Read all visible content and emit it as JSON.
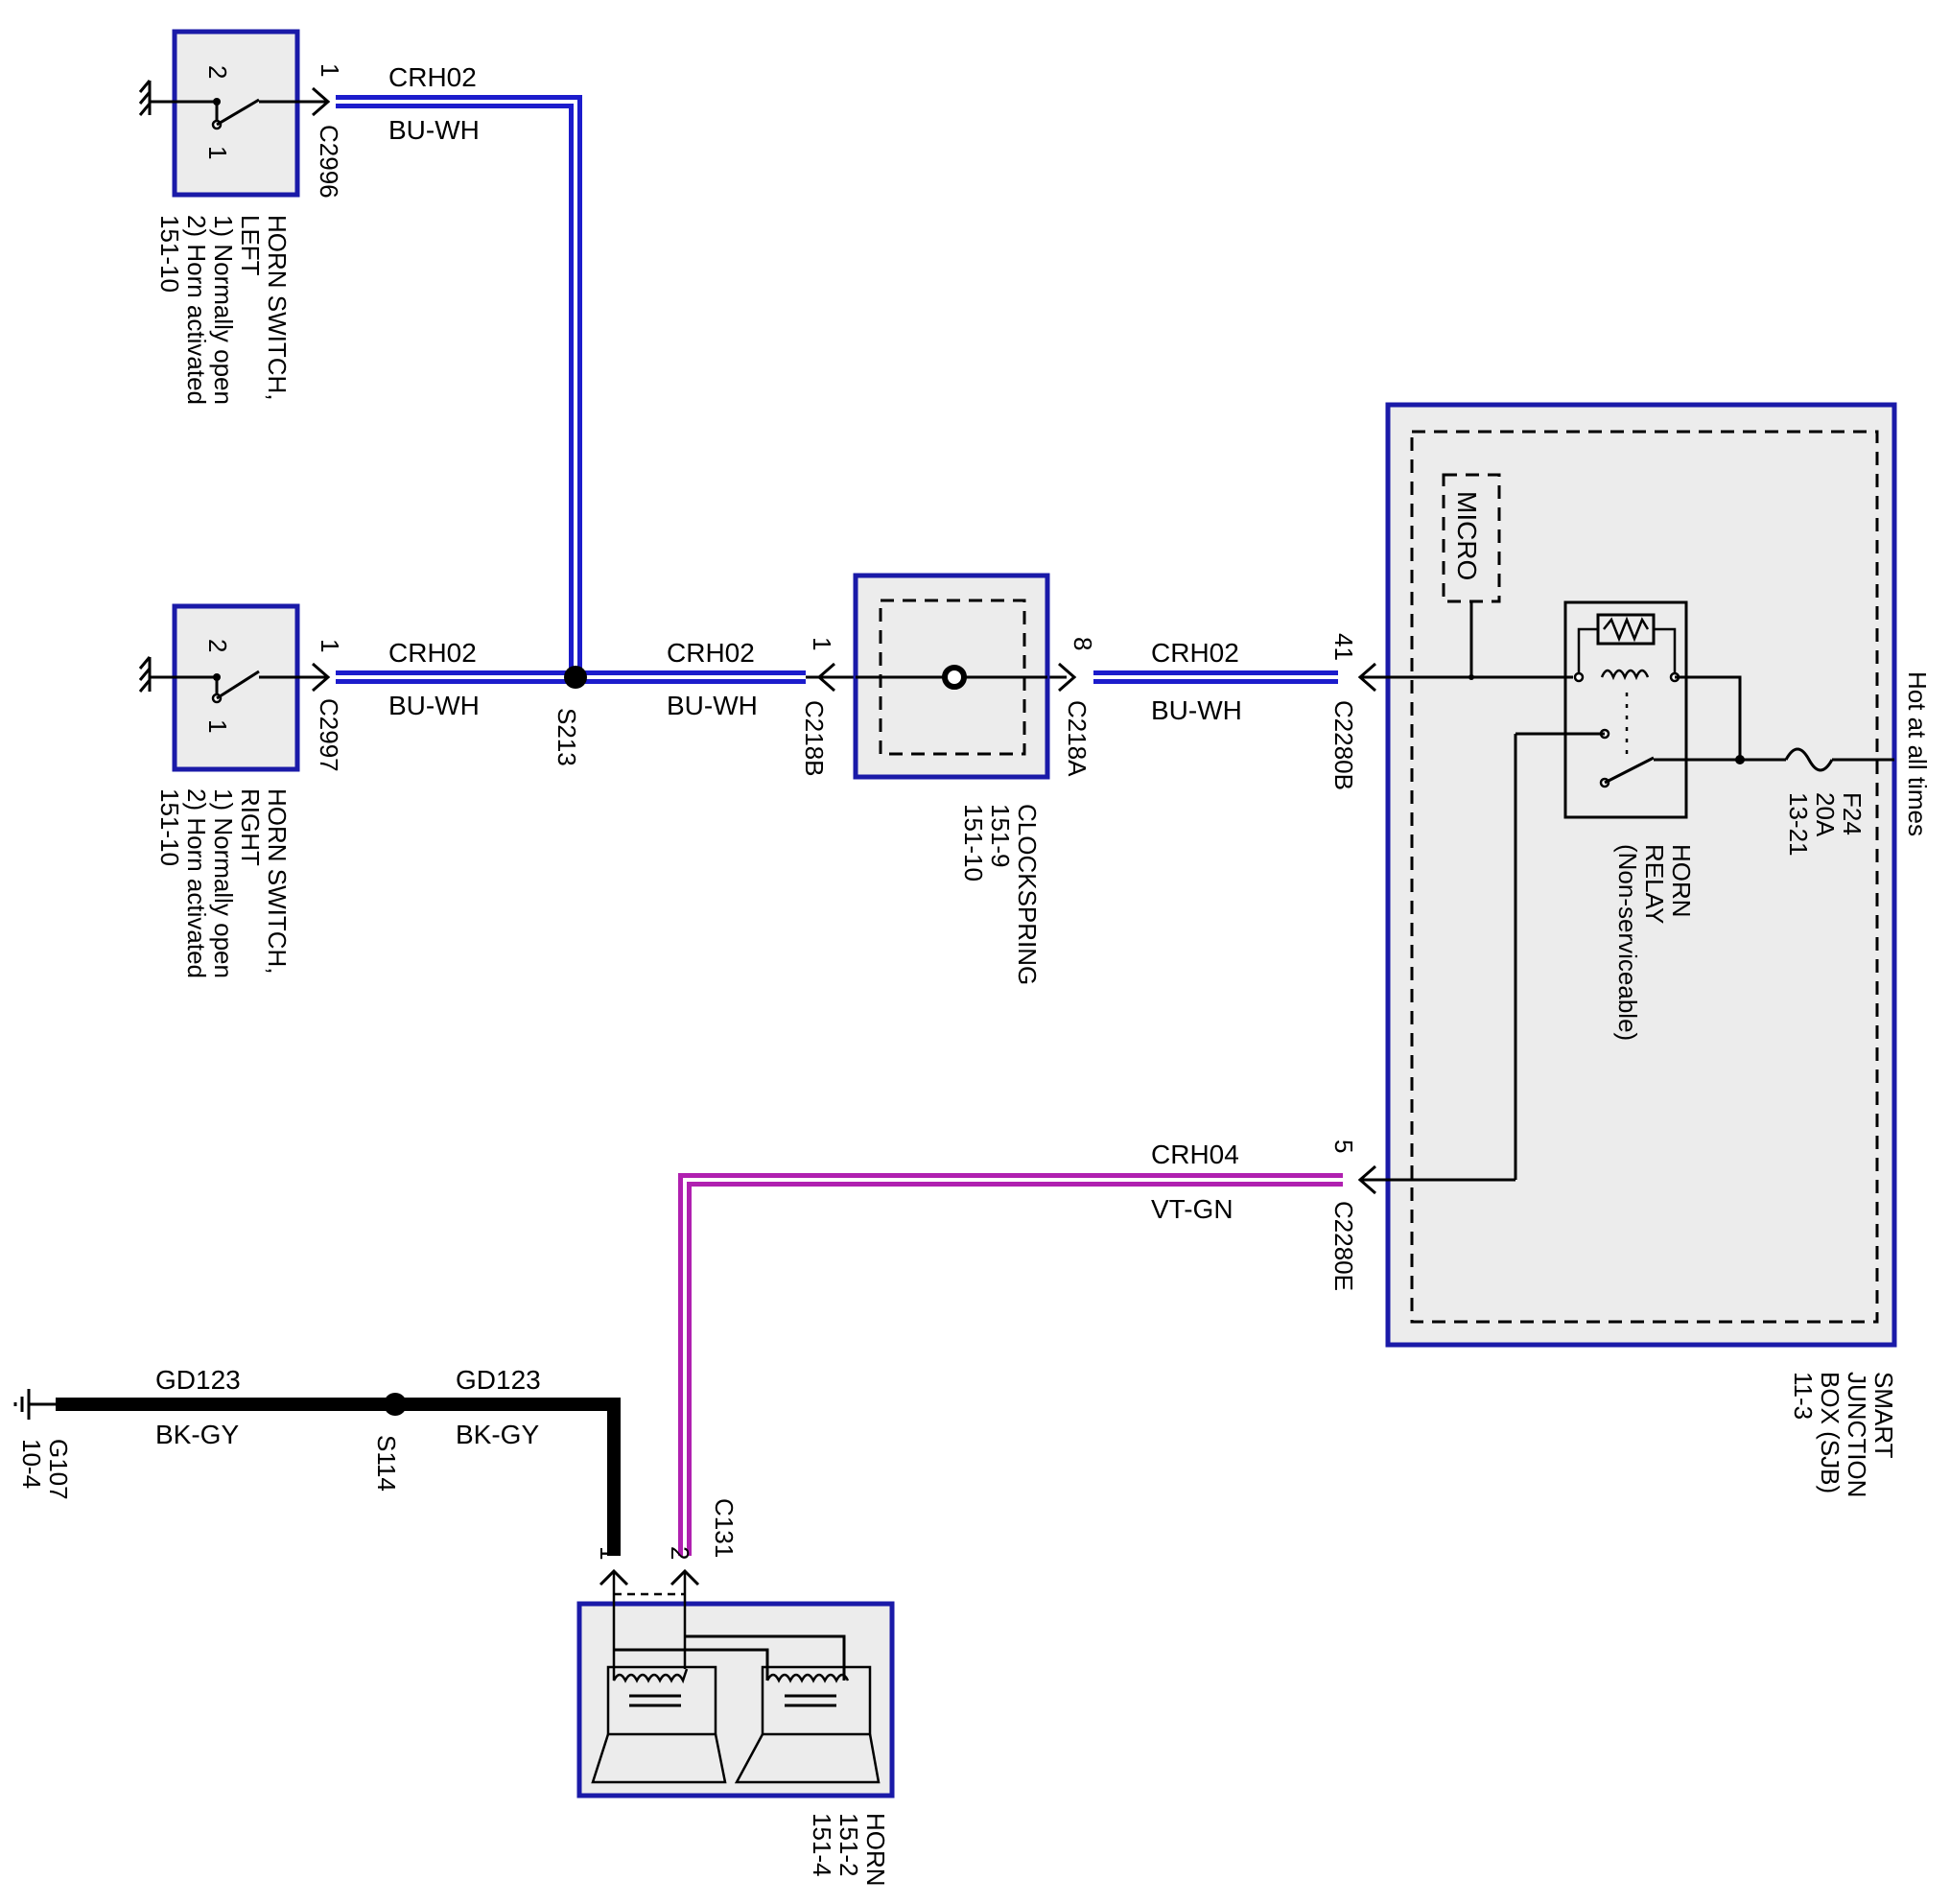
{
  "components": {
    "horn_switch_left": {
      "name_line1": "HORN SWITCH,",
      "name_line2": "LEFT",
      "note1": "1) Normally open",
      "note2": "2) Horn activated",
      "ref": "151-10",
      "connector": "C2996",
      "pin_out": "1",
      "pin_a": "2",
      "pin_b": "1"
    },
    "horn_switch_right": {
      "name_line1": "HORN SWITCH,",
      "name_line2": "RIGHT",
      "note1": "1) Normally open",
      "note2": "2) Horn activated",
      "ref": "151-10",
      "connector": "C2997",
      "pin_out": "1",
      "pin_a": "2",
      "pin_b": "1"
    },
    "clockspring": {
      "name": "CLOCKSPRING",
      "ref1": "151-9",
      "ref2": "151-10",
      "conn_in": "C218B",
      "pin_in": "1",
      "conn_out": "C218A",
      "pin_out": "8"
    },
    "sjb": {
      "name_line1": "SMART",
      "name_line2": "JUNCTION",
      "name_line3": "BOX (SJB)",
      "ref": "11-3",
      "micro": "MICRO",
      "conn_top": "C2280B",
      "pin_top": "41",
      "conn_bottom": "C2280E",
      "pin_bottom": "5",
      "relay_line1": "HORN",
      "relay_line2": "RELAY",
      "relay_line3": "(Non-serviceable)",
      "fuse_name": "F24",
      "fuse_rating": "20A",
      "fuse_ref": "13-21",
      "power": "Hot at all times"
    },
    "horn": {
      "name": "HORN",
      "ref1": "151-2",
      "ref2": "151-4",
      "connector": "C131",
      "pin1": "1",
      "pin2": "2"
    },
    "ground": {
      "name": "G107",
      "ref": "10-4"
    }
  },
  "splices": {
    "s213": "S213",
    "s114": "S114"
  },
  "wires": {
    "w_left": {
      "circuit": "CRH02",
      "color": "BU-WH",
      "stroke": "#1c1ccc"
    },
    "w_right": {
      "circuit": "CRH02",
      "color": "BU-WH",
      "stroke": "#1c1ccc"
    },
    "w_mid": {
      "circuit": "CRH02",
      "color": "BU-WH",
      "stroke": "#1c1ccc"
    },
    "w_sjb": {
      "circuit": "CRH02",
      "color": "BU-WH",
      "stroke": "#1c1ccc"
    },
    "w_horn_feed": {
      "circuit": "CRH04",
      "color": "VT-GN",
      "stroke": "#b020b0"
    },
    "w_gnd1": {
      "circuit": "GD123",
      "color": "BK-GY",
      "stroke": "#000000"
    },
    "w_gnd2": {
      "circuit": "GD123",
      "color": "BK-GY",
      "stroke": "#000000"
    }
  }
}
